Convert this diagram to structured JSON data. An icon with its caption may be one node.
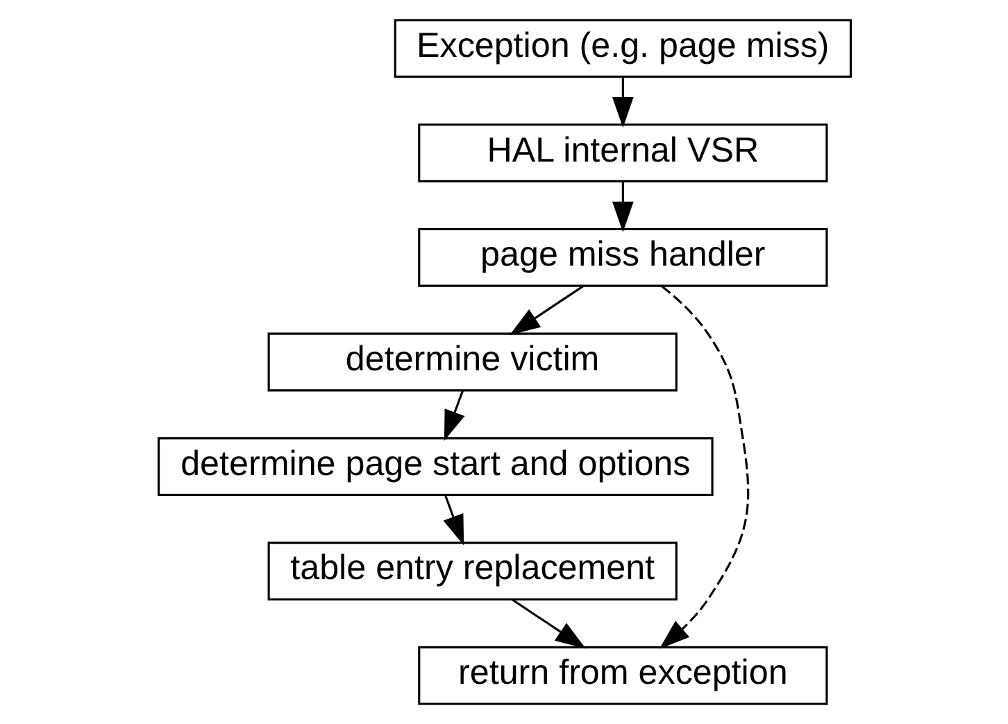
{
  "diagram": {
    "nodes": [
      {
        "text": [
          "Exception (e.g. page miss)"
        ]
      },
      {
        "text": [
          "HAL internal VSR"
        ]
      },
      {
        "text": [
          "page miss handler"
        ]
      },
      {
        "text": [
          "determine victim"
        ]
      },
      {
        "text": [
          "determine page start and options"
        ]
      },
      {
        "text": [
          "table entry replacement"
        ]
      },
      {
        "text": [
          "return from exception"
        ]
      }
    ],
    "edges": [
      {
        "from": 0,
        "to": 1,
        "arrow": "to"
      },
      {
        "from": 1,
        "to": 2,
        "arrow": "to"
      },
      {
        "from": 2,
        "to": 3,
        "arrow": "to"
      },
      {
        "from": 3,
        "to": 4,
        "arrow": "to"
      },
      {
        "from": 4,
        "to": 5,
        "arrow": "to"
      },
      {
        "from": 5,
        "to": 6,
        "arrow": "to"
      },
      {
        "from": 2,
        "to": 6,
        "arrow": "to",
        "style": "dashed"
      }
    ]
  }
}
